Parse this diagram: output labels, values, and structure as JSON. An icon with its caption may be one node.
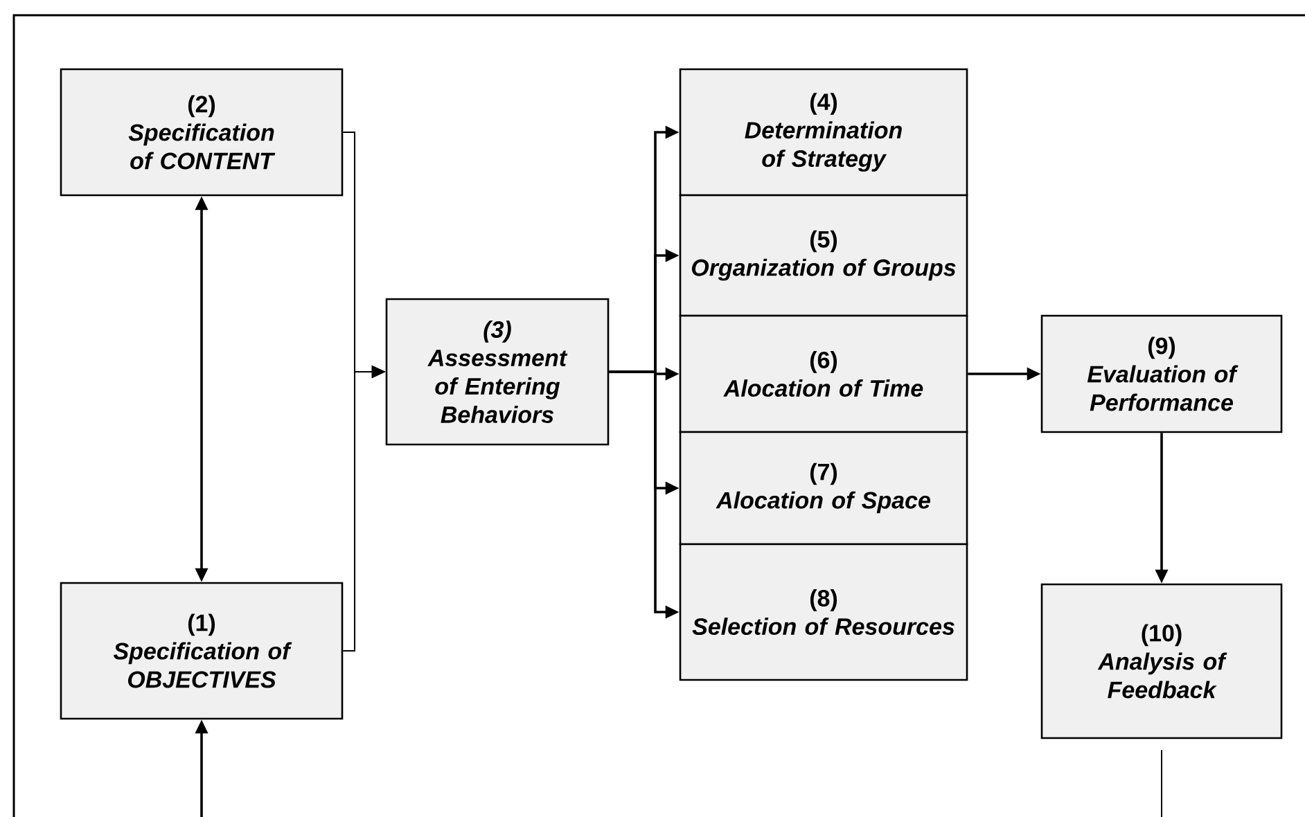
{
  "diagram": {
    "nodes": [
      {
        "text": [
          "(2)",
          "Specification of CONTENT"
        ]
      },
      {
        "text": [
          "(1)",
          "Specification of OBJECTIVES"
        ]
      },
      {
        "text": [
          "(3)",
          "Assessment of Entering Behaviors"
        ]
      },
      {
        "text": [
          "(4)",
          "Determination of Strategy"
        ]
      },
      {
        "text": [
          "(5)",
          "Organization of Groups"
        ]
      },
      {
        "text": [
          "(6)",
          "Alocation of Time"
        ]
      },
      {
        "text": [
          "(7)",
          "Alocation of Space"
        ]
      },
      {
        "text": [
          "(8)",
          "Selection of Resources"
        ]
      },
      {
        "text": [
          "(9)",
          "Evaluation of Performance"
        ]
      },
      {
        "text": [
          "(10)",
          "Analysis of Feedback"
        ]
      }
    ],
    "edges": [
      {
        "from": 0,
        "to": 1,
        "arrow": "both"
      },
      {
        "from": 0,
        "to": 2,
        "arrow": "to"
      },
      {
        "from": 1,
        "to": 2,
        "arrow": "to"
      },
      {
        "from": 2,
        "to": 3,
        "arrow": "to"
      },
      {
        "from": 2,
        "to": 4,
        "arrow": "to"
      },
      {
        "from": 2,
        "to": 5,
        "arrow": "to"
      },
      {
        "from": 2,
        "to": 6,
        "arrow": "to"
      },
      {
        "from": 2,
        "to": 7,
        "arrow": "to"
      },
      {
        "from": 5,
        "to": 8,
        "arrow": "to"
      },
      {
        "from": 8,
        "to": 9,
        "arrow": "to"
      },
      {
        "from": null,
        "to": 1,
        "arrow": "to"
      },
      {
        "from": 9,
        "to": null,
        "arrow": "none"
      }
    ]
  }
}
